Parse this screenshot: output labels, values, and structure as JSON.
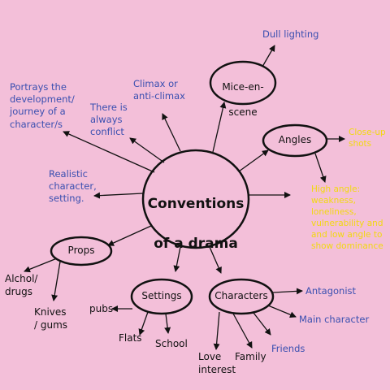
{
  "center": {
    "title_line1": "Conventions",
    "title_line2": "of a drama"
  },
  "nodes": {
    "mise_en_scene": {
      "line1": "Mice-en-",
      "line2": "scene"
    },
    "angles": "Angles",
    "props": "Props",
    "settings": "Settings",
    "characters": "Characters"
  },
  "labels": {
    "dull_lighting": "Dull lighting",
    "portrays": "Portrays the\ndevelopment/\njourney of a\ncharacter/s",
    "climax": "Climax or\nanti-climax",
    "conflict": "There is\nalways\nconflict",
    "realistic": "Realistic\ncharacter,\nsetting.",
    "close_up": "Close-up\nshots",
    "high_angle": "High angle:\nweakness,\nloneliness,\nvulnerability and\nand low angle to\nshow dominance",
    "alcohol": "Alchol/\ndrugs",
    "knives": "Knives\n/ gums",
    "pubs": "pubs",
    "flats": "Flats",
    "school": "School",
    "antagonist": "Antagonist",
    "main_character": "Main character",
    "friends": "Friends",
    "family": "Family",
    "love_interest": "Love\ninterest"
  },
  "colors": {
    "background": "#f3bfd9",
    "label_blue": "#3a4fb0",
    "label_yellow": "#f2d90f",
    "outline": "#111111"
  }
}
